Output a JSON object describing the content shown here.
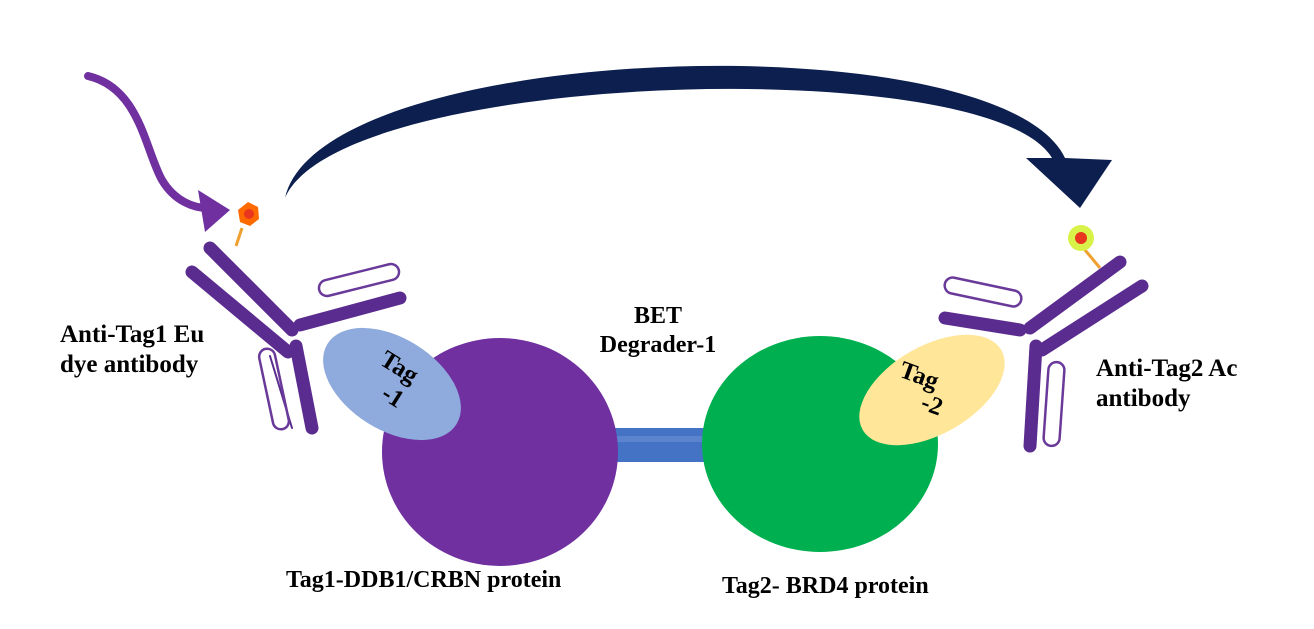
{
  "labels": {
    "anti_tag1_line1": "Anti-Tag1 Eu",
    "anti_tag1_line2": "dye  antibody",
    "anti_tag2_line1": "Anti-Tag2 Ac",
    "anti_tag2_line2": "antibody",
    "bet_line1": "BET",
    "bet_line2": "Degrader-1",
    "tag1_line1": "Tag",
    "tag1_line2": "-1",
    "tag2_line1": "Tag",
    "tag2_line2": "-2",
    "protein1": "Tag1-DDB1/CRBN protein",
    "protein2": "Tag2- BRD4 protein"
  },
  "colors": {
    "purple_protein": "#7030a0",
    "green_protein": "#00b050",
    "linker": "#4472c4",
    "tag1": "#8faadc",
    "tag2": "#ffe699",
    "antibody": "#5b2c8f",
    "fret_arrow": "#0c1f4f",
    "excitation_arrow": "#7030a0",
    "dye_orange": "#ff6600",
    "dye_red": "#e8361f",
    "acceptor_glow": "#d9f24a"
  },
  "icons": {
    "excitation": "curved-arrow",
    "energy_transfer": "arc-arrow",
    "donor": "europium-dye-dot",
    "acceptor": "acceptor-dye-dot"
  }
}
